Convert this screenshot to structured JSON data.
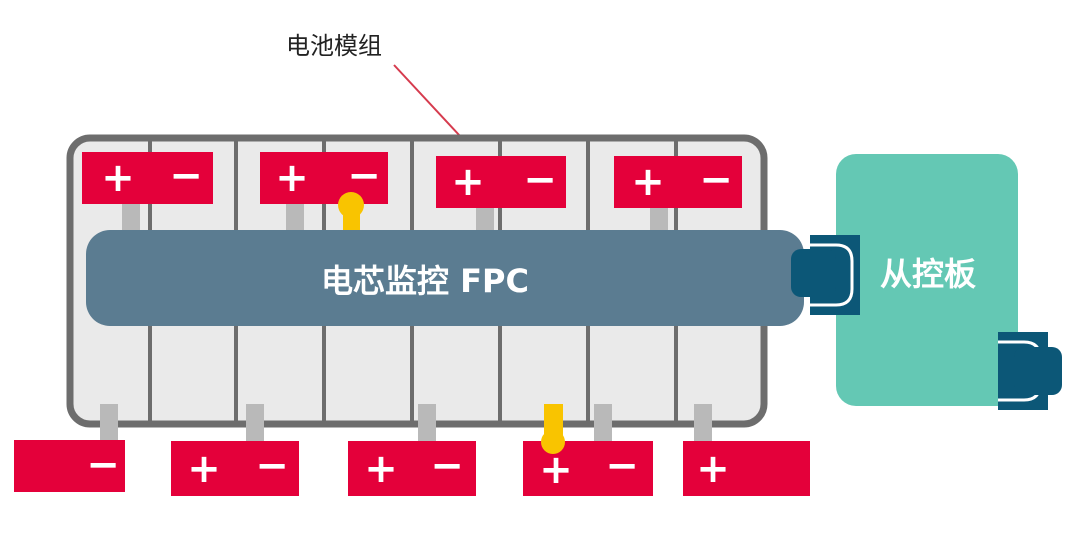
{
  "labels": {
    "module": "电池模组",
    "fpc": "电芯监控 FPC",
    "slave_board": "从控板"
  },
  "symbols": {
    "plus": "+",
    "minus": "−"
  },
  "colors": {
    "terminal_red": "#E4003A",
    "fpc_blue": "#5B7C91",
    "board_green": "#64C8B4",
    "connector_navy": "#0C5777",
    "sensor_yellow": "#F9C400",
    "tab_gray": "#B9B9B9",
    "frame_gray": "#6D6D6D",
    "cell_fill": "#EAEAEA",
    "leader_red": "#D63B4E"
  }
}
